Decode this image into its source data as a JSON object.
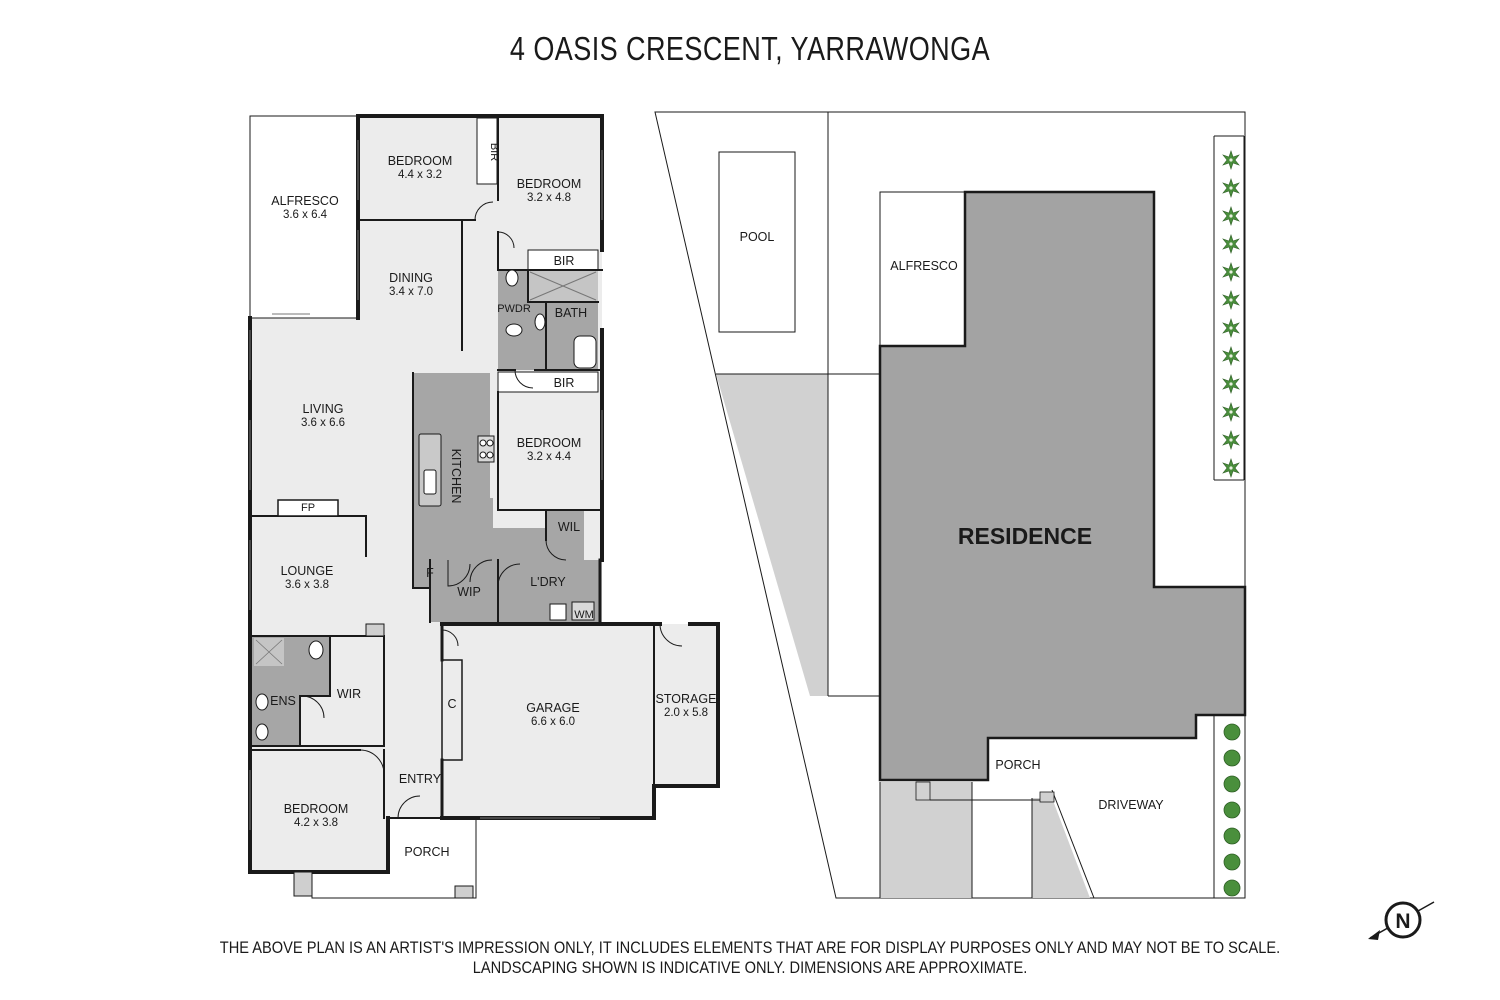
{
  "title": "4 OASIS CRESCENT, YARRAWONGA",
  "disclaimer": {
    "line1": "THE ABOVE PLAN IS AN ARTIST'S IMPRESSION ONLY, IT INCLUDES ELEMENTS THAT ARE FOR DISPLAY PURPOSES ONLY AND MAY NOT BE TO SCALE.",
    "line2": "LANDSCAPING SHOWN IS INDICATIVE ONLY. DIMENSIONS ARE APPROXIMATE."
  },
  "colors": {
    "wall": "#1a1a1a",
    "floor": "#ececec",
    "wet": "#a6a6a6",
    "residence": "#a3a3a3",
    "paving": "#d1d1d1",
    "plant": "#4a8f3c"
  },
  "floorplan": {
    "alfresco": {
      "label": "ALFRESCO",
      "dim": "3.6 x 6.4"
    },
    "bedroom1": {
      "label": "BEDROOM",
      "dim": "4.4 x 3.2"
    },
    "bedroom2": {
      "label": "BEDROOM",
      "dim": "3.2 x 4.8"
    },
    "bedroom3": {
      "label": "BEDROOM",
      "dim": "3.2 x 4.4"
    },
    "bedroom4": {
      "label": "BEDROOM",
      "dim": "4.2 x 3.8"
    },
    "dining": {
      "label": "DINING",
      "dim": "3.4 x 7.0"
    },
    "living": {
      "label": "LIVING",
      "dim": "3.6 x 6.6"
    },
    "lounge": {
      "label": "LOUNGE",
      "dim": "3.6 x 3.8"
    },
    "garage": {
      "label": "GARAGE",
      "dim": "6.6 x 6.0"
    },
    "storage": {
      "label": "STORAGE",
      "dim": "2.0 x 5.8"
    },
    "kitchen": "KITCHEN",
    "bir": "BIR",
    "pwdr": "PWDR",
    "bath": "BATH",
    "fp": "FP",
    "wil": "WIL",
    "fridge": "F",
    "wip": "WIP",
    "laundry": "L'DRY",
    "wm": "WM",
    "ens": "ENS",
    "wir": "WIR",
    "cupboard": "C",
    "entry": "ENTRY",
    "porch": "PORCH"
  },
  "siteplan": {
    "pool": "POOL",
    "alfresco": "ALFRESCO",
    "residence": "RESIDENCE",
    "porch": "PORCH",
    "driveway": "DRIVEWAY"
  },
  "compass": "N"
}
